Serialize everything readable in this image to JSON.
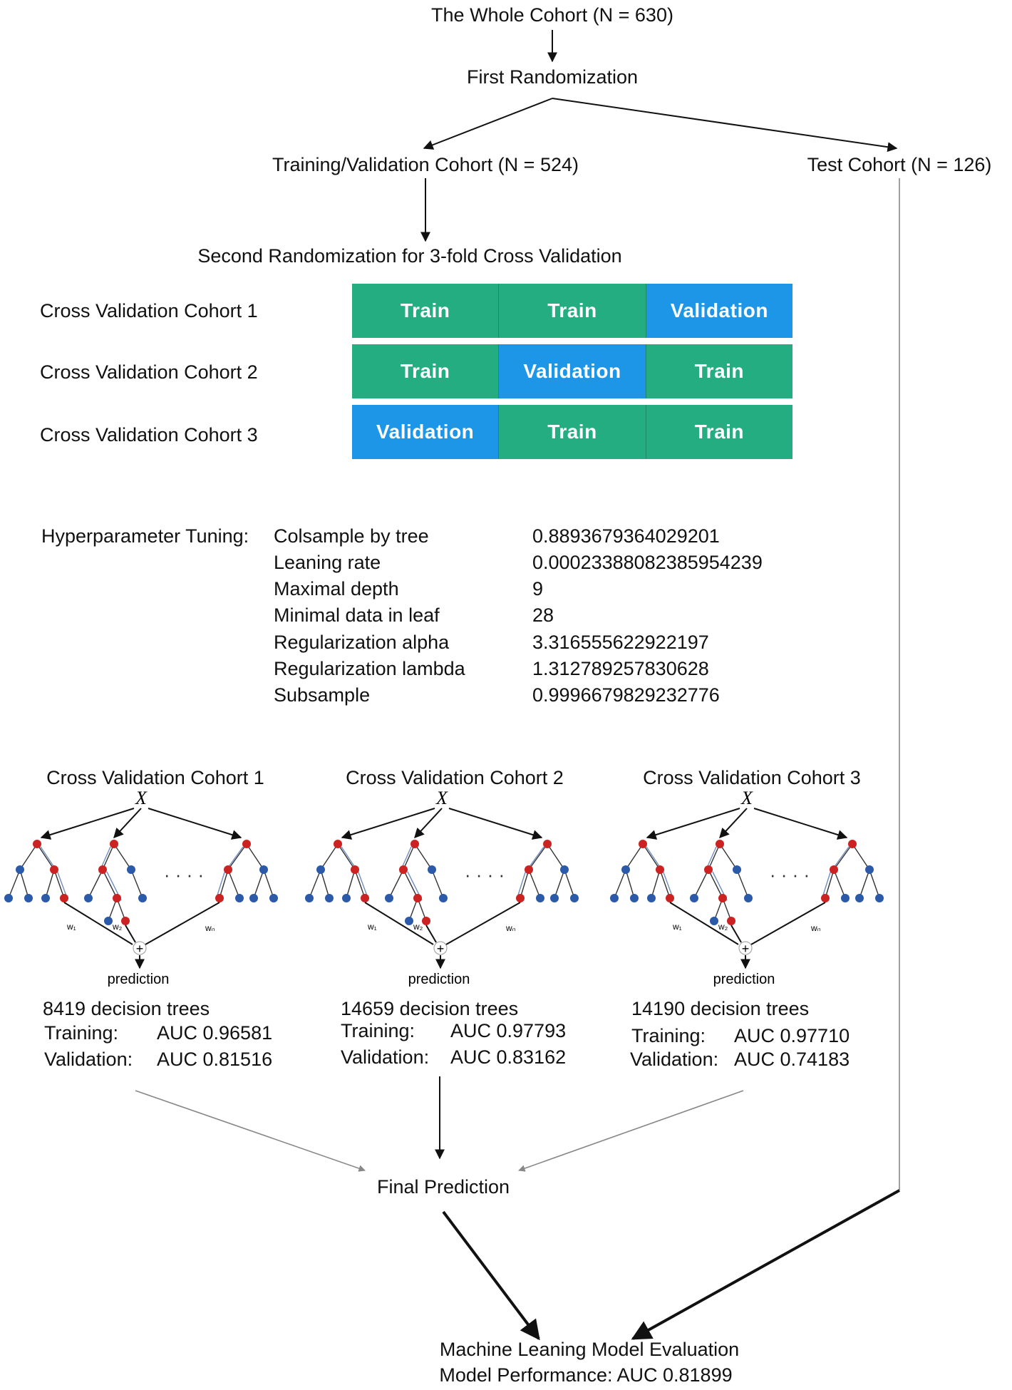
{
  "flow": {
    "whole_cohort": "The Whole Cohort (N = 630)",
    "first_randomization": "First Randomization",
    "training_validation_cohort": "Training/Validation Cohort (N = 524)",
    "test_cohort": "Test Cohort (N = 126)",
    "second_randomization": "Second Randomization for 3-fold Cross Validation"
  },
  "cv_grid": {
    "rows": [
      {
        "label": "Cross Validation Cohort 1",
        "cells": [
          "Train",
          "Train",
          "Validation"
        ]
      },
      {
        "label": "Cross Validation Cohort 2",
        "cells": [
          "Train",
          "Validation",
          "Train"
        ]
      },
      {
        "label": "Cross Validation Cohort 3",
        "cells": [
          "Validation",
          "Train",
          "Train"
        ]
      }
    ],
    "colors": {
      "train": "#24ad80",
      "validation": "#1e96e8"
    }
  },
  "hyperparameters": {
    "heading": "Hyperparameter Tuning:",
    "rows": [
      {
        "name": "Colsample by tree",
        "value": "0.8893679364029201"
      },
      {
        "name": "Leaning rate",
        "value": "0.00023388082385954239"
      },
      {
        "name": "Maximal depth",
        "value": "9"
      },
      {
        "name": "Minimal data in leaf",
        "value": "28"
      },
      {
        "name": "Regularization alpha",
        "value": "3.316555622922197"
      },
      {
        "name": "Regularization lambda",
        "value": "1.312789257830628"
      },
      {
        "name": "Subsample",
        "value": "0.9996679829232776"
      }
    ]
  },
  "ensembles": [
    {
      "title": "Cross Validation Cohort 1",
      "trees": "8419 decision trees",
      "training_label": "Training:",
      "training_auc": "AUC 0.96581",
      "validation_label": "Validation:",
      "validation_auc": "AUC 0.81516",
      "input_symbol": "X",
      "output_label": "prediction",
      "sum_symbol": "+",
      "weights": [
        "w₁",
        "w₂",
        "wₙ"
      ],
      "ellipsis": "· · · ·"
    },
    {
      "title": "Cross Validation Cohort 2",
      "trees": "14659 decision trees",
      "training_label": "Training:",
      "training_auc": "AUC 0.97793",
      "validation_label": "Validation:",
      "validation_auc": "AUC 0.83162",
      "input_symbol": "X",
      "output_label": "prediction",
      "sum_symbol": "+",
      "weights": [
        "w₁",
        "w₂",
        "wₙ"
      ],
      "ellipsis": "· · · ·"
    },
    {
      "title": "Cross Validation Cohort 3",
      "trees": "14190 decision trees",
      "training_label": "Training:",
      "training_auc": "AUC 0.97710",
      "validation_label": "Validation:",
      "validation_auc": "AUC 0.74183",
      "input_symbol": "X",
      "output_label": "prediction",
      "sum_symbol": "+",
      "weights": [
        "w₁",
        "w₂",
        "wₙ"
      ],
      "ellipsis": "· · · ·"
    }
  ],
  "final": {
    "final_prediction": "Final Prediction",
    "evaluation_title": "Machine Leaning Model Evaluation",
    "model_performance": "Model Performance: AUC 0.81899"
  },
  "tree_colors": {
    "path_node": "#cc2222",
    "other_node": "#2b5aa8"
  }
}
